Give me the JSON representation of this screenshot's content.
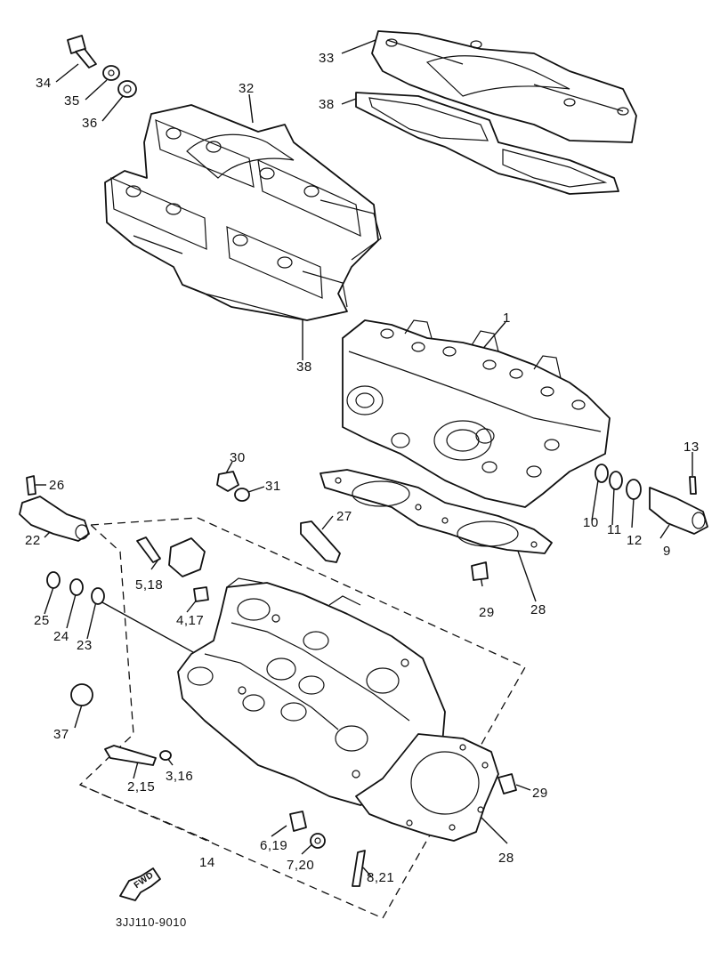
{
  "diagram": {
    "drawing_code": "3JJ110-9010",
    "arrow_label": "FWD",
    "callouts": [
      {
        "id": "p1",
        "label": "1"
      },
      {
        "id": "p2_15",
        "label": "2,15"
      },
      {
        "id": "p3_16",
        "label": "3,16"
      },
      {
        "id": "p4_17",
        "label": "4,17"
      },
      {
        "id": "p5_18",
        "label": "5,18"
      },
      {
        "id": "p6_19",
        "label": "6,19"
      },
      {
        "id": "p7_20",
        "label": "7,20"
      },
      {
        "id": "p8_21",
        "label": "8,21"
      },
      {
        "id": "p9",
        "label": "9"
      },
      {
        "id": "p10",
        "label": "10"
      },
      {
        "id": "p11",
        "label": "11"
      },
      {
        "id": "p12",
        "label": "12"
      },
      {
        "id": "p13",
        "label": "13"
      },
      {
        "id": "p14",
        "label": "14"
      },
      {
        "id": "p22",
        "label": "22"
      },
      {
        "id": "p23",
        "label": "23"
      },
      {
        "id": "p24",
        "label": "24"
      },
      {
        "id": "p25",
        "label": "25"
      },
      {
        "id": "p26",
        "label": "26"
      },
      {
        "id": "p27",
        "label": "27"
      },
      {
        "id": "p28a",
        "label": "28"
      },
      {
        "id": "p28b",
        "label": "28"
      },
      {
        "id": "p29a",
        "label": "29"
      },
      {
        "id": "p29b",
        "label": "29"
      },
      {
        "id": "p30",
        "label": "30"
      },
      {
        "id": "p31",
        "label": "31"
      },
      {
        "id": "p32",
        "label": "32"
      },
      {
        "id": "p33",
        "label": "33"
      },
      {
        "id": "p34",
        "label": "34"
      },
      {
        "id": "p35",
        "label": "35"
      },
      {
        "id": "p36",
        "label": "36"
      },
      {
        "id": "p37",
        "label": "37"
      },
      {
        "id": "p38a",
        "label": "38"
      },
      {
        "id": "p38b",
        "label": "38"
      }
    ]
  }
}
